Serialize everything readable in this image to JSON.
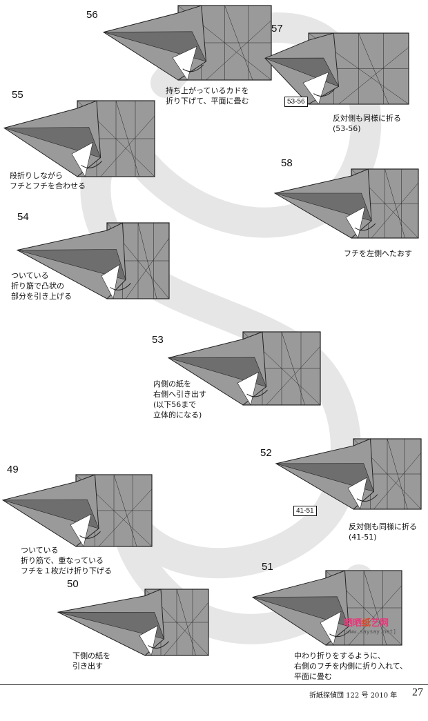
{
  "steps": [
    {
      "num": "56",
      "lines": [
        "持ち上がっているカドを",
        "折り下げて、平面に畳む"
      ]
    },
    {
      "num": "57",
      "lines": [
        "反対側も同様に折る",
        "(53-56)"
      ],
      "ref": "53-56"
    },
    {
      "num": "55",
      "lines": [
        "段折りしながら",
        "フチとフチを合わせる"
      ]
    },
    {
      "num": "58",
      "lines": [
        "フチを左側へたおす"
      ]
    },
    {
      "num": "54",
      "lines": [
        "ついている",
        "折り筋で凸状の",
        "部分を引き上げる"
      ]
    },
    {
      "num": "53",
      "lines": [
        "内側の紙を",
        "右側へ引き出す",
        "(以下56まで",
        "立体的になる)"
      ]
    },
    {
      "num": "52",
      "lines": [
        "反対側も同様に折る",
        "(41-51)"
      ],
      "ref": "41-51"
    },
    {
      "num": "49",
      "lines": [
        "ついている",
        "折り筋で、重なっている",
        "フチを１枚だけ折り下げる"
      ]
    },
    {
      "num": "51",
      "lines": [
        "中わり折りをするように、",
        "右側のフチを内側に折り入れて、",
        "平面に畳む"
      ]
    },
    {
      "num": "50",
      "lines": [
        "下側の紙を",
        "引き出す"
      ]
    }
  ],
  "watermark": {
    "part1": "晒晒",
    "part2": "纸",
    "part3": "艺网",
    "url": "[www.saysay.net]"
  },
  "footer": {
    "text": "折紙探偵団 122 号 2010 年",
    "page": "27"
  },
  "colors": {
    "paper": "#9a9a9a",
    "paper_dark": "#6e6e6e",
    "track": "#e6e6e6",
    "line": "#222222"
  }
}
